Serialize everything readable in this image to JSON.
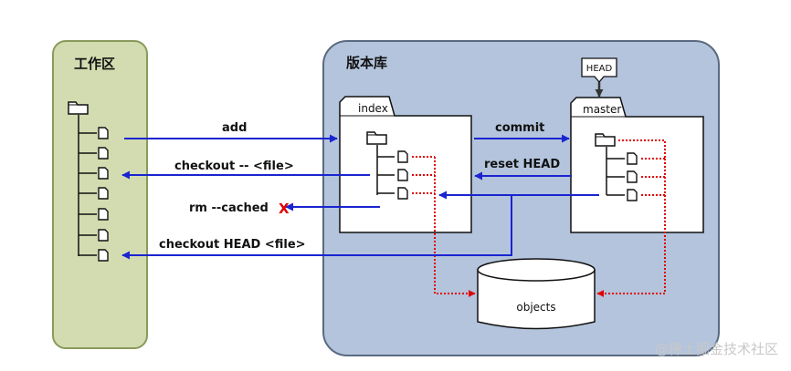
{
  "zones": {
    "workspace": "工作区",
    "repository": "版本库"
  },
  "boxes": {
    "index": "index",
    "master": "master",
    "head": "HEAD",
    "objects": "objects"
  },
  "commands": {
    "add": "add",
    "checkout_file": "checkout -- <file>",
    "rm_cached": "rm --cached",
    "rm_cached_mark": "X",
    "checkout_head_file": "checkout HEAD <file>",
    "commit": "commit",
    "reset_head": "reset HEAD"
  },
  "watermark": "@稀土掘金技术社区",
  "colors": {
    "workspace_fill": "#d2dcb0",
    "workspace_stroke": "#8a9a5c",
    "repository_fill": "#b3c4dc",
    "repository_stroke": "#5a6a80",
    "arrow_blue": "#1a24d0",
    "dotted_red": "#e00000"
  }
}
